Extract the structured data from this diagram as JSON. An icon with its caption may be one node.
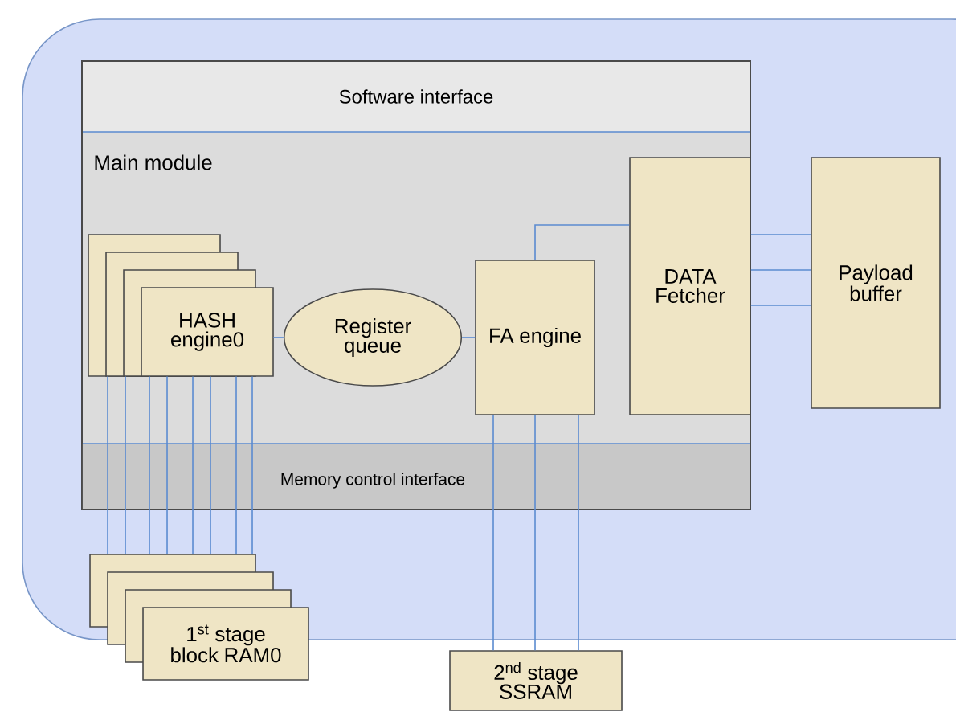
{
  "diagram": {
    "nodes": [
      {
        "text": [
          "Main module"
        ]
      },
      {
        "text": [
          "HASH engine0"
        ],
        "in": 0
      },
      {
        "text": [
          "Register queue"
        ],
        "in": 0
      },
      {
        "text": [
          "FA engine"
        ],
        "in": 0
      },
      {
        "text": [
          "DATA Fetcher"
        ],
        "in": 0
      },
      {
        "text": [
          "Payload buffer"
        ]
      },
      {
        "text": [
          "1$^{st}$ stage block RAM0"
        ]
      },
      {
        "text": [
          "2$^{nd}$ stage SSRAM"
        ]
      }
    ],
    "edges": [
      {
        "from": 1,
        "to": 6,
        "arrow": "none"
      },
      {
        "from": 1,
        "to": 6,
        "arrow": "none"
      },
      {
        "from": 1,
        "to": 6,
        "arrow": "none"
      },
      {
        "from": 1,
        "to": 6,
        "arrow": "none"
      },
      {
        "from": 1,
        "to": 6,
        "arrow": "none"
      },
      {
        "from": 1,
        "to": 6,
        "arrow": "none"
      },
      {
        "from": 1,
        "to": 6,
        "arrow": "none"
      },
      {
        "from": 1,
        "to": 6,
        "arrow": "none"
      },
      {
        "from": 1,
        "to": 2,
        "arrow": "none"
      },
      {
        "from": 2,
        "to": 3,
        "arrow": "none"
      },
      {
        "from": 3,
        "to": 4,
        "arrow": "none"
      },
      {
        "from": 4,
        "to": 5,
        "arrow": "none"
      },
      {
        "from": 4,
        "to": 5,
        "arrow": "none"
      },
      {
        "from": 4,
        "to": 5,
        "arrow": "none"
      },
      {
        "from": 3,
        "to": 7,
        "arrow": "none"
      },
      {
        "from": 3,
        "to": 7,
        "arrow": "none"
      },
      {
        "from": 3,
        "to": 7,
        "arrow": "none"
      }
    ],
    "labels": [
      "Software interface",
      "Memory control interface"
    ]
  }
}
